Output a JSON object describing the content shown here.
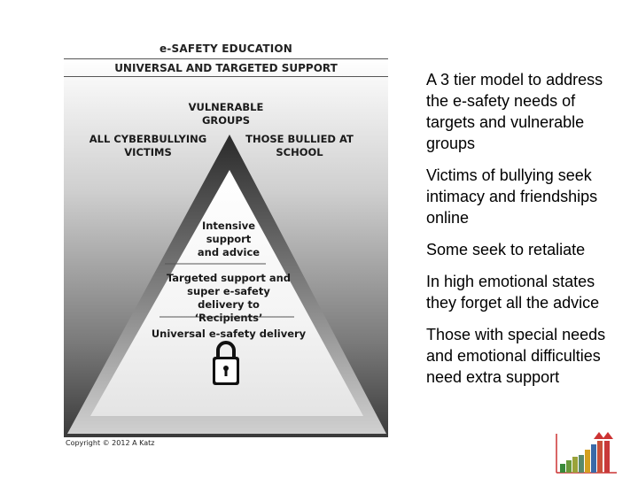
{
  "diagram": {
    "title": "e-SAFETY EDUCATION",
    "subtitle": "UNIVERSAL AND TARGETED SUPPORT",
    "top_label": "VULNERABLE GROUPS",
    "left_label": "ALL CYBERBULLYING VICTIMS",
    "right_label": "THOSE BULLIED AT SCHOOL",
    "tier1": "Intensive support and advice",
    "tier2": "Targeted support and super e-safety delivery to ‘Recipients’",
    "tier3": "Universal e-safety delivery",
    "lock_icon": "padlock-icon",
    "copyright": "Copyright © 2012 A Katz"
  },
  "bullets": [
    "A 3 tier model to address the e-safety needs of targets and vulnerable groups",
    "Victims of bullying seek intimacy and friendships online",
    "Some seek to retaliate",
    "In high emotional states they forget all the advice",
    "Those with special needs and emotional difficulties need extra support"
  ],
  "corner_icon": "bar-chart-arrows-icon"
}
